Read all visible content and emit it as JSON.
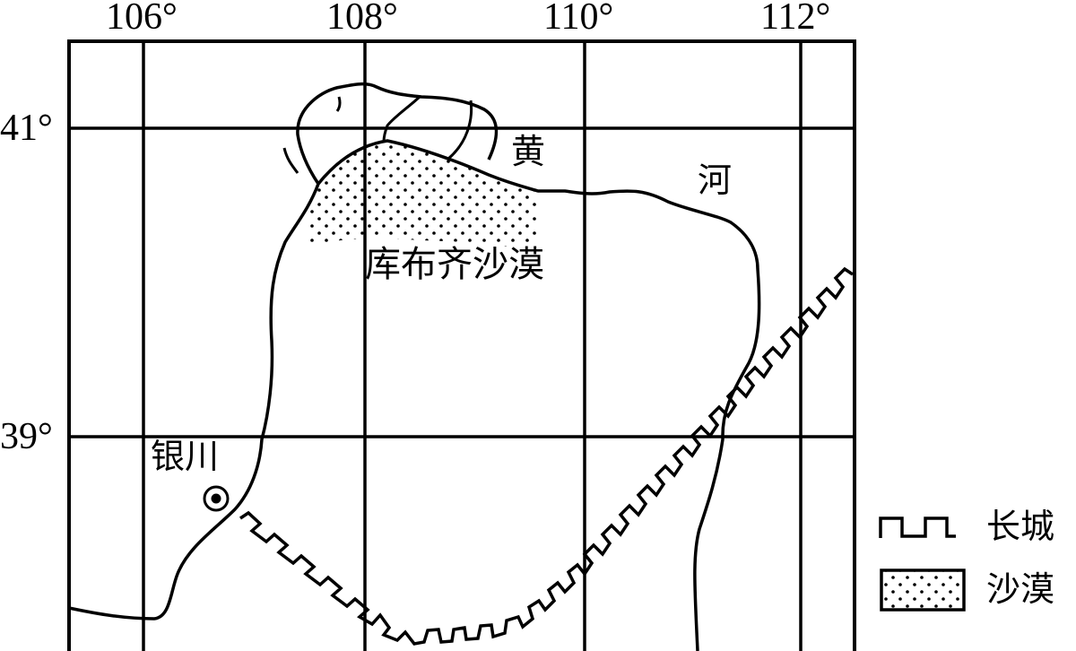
{
  "map": {
    "longitude_labels": [
      "106°",
      "108°",
      "110°",
      "112°"
    ],
    "latitude_labels": [
      "41°",
      "39°"
    ],
    "place_labels": {
      "desert": "库布齐沙漠",
      "river_char_1": "黄",
      "river_char_2": "河",
      "city": "银川"
    },
    "legend": {
      "great_wall": "长城",
      "desert": "沙漠"
    },
    "colors": {
      "line": "#000000",
      "background": "#ffffff"
    }
  }
}
